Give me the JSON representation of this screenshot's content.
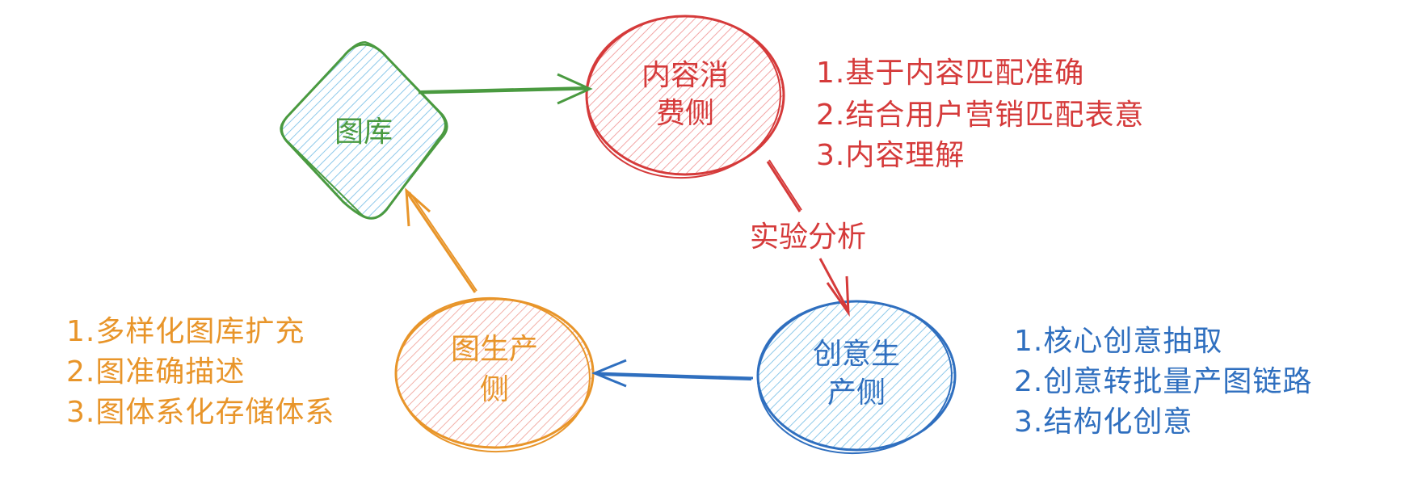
{
  "colors": {
    "green": "#4a9a40",
    "red": "#d53a3a",
    "blue": "#2f6fbf",
    "orange": "#e8952a",
    "green_fill": "#a8d8f0",
    "red_fill": "#f5b5b5",
    "blue_fill": "#a8d8f0",
    "orange_fill": "#f5b5b5"
  },
  "nodes": {
    "gallery": {
      "label": "图库"
    },
    "consumption": {
      "line1": "内容消",
      "line2": "费侧"
    },
    "creative": {
      "line1": "创意生",
      "line2": "产侧"
    },
    "production": {
      "line1": "图生产",
      "line2": "侧"
    }
  },
  "edges": {
    "experiment": {
      "label": "实验分析"
    }
  },
  "lists": {
    "consumption": [
      "1.基于内容匹配准确",
      "2.结合用户营销匹配表意",
      "3.内容理解"
    ],
    "creative": [
      "1.核心创意抽取",
      "2.创意转批量产图链路",
      "3.结构化创意"
    ],
    "production": [
      "1.多样化图库扩充",
      "2.图准确描述",
      "3.图体系化存储体系"
    ]
  }
}
